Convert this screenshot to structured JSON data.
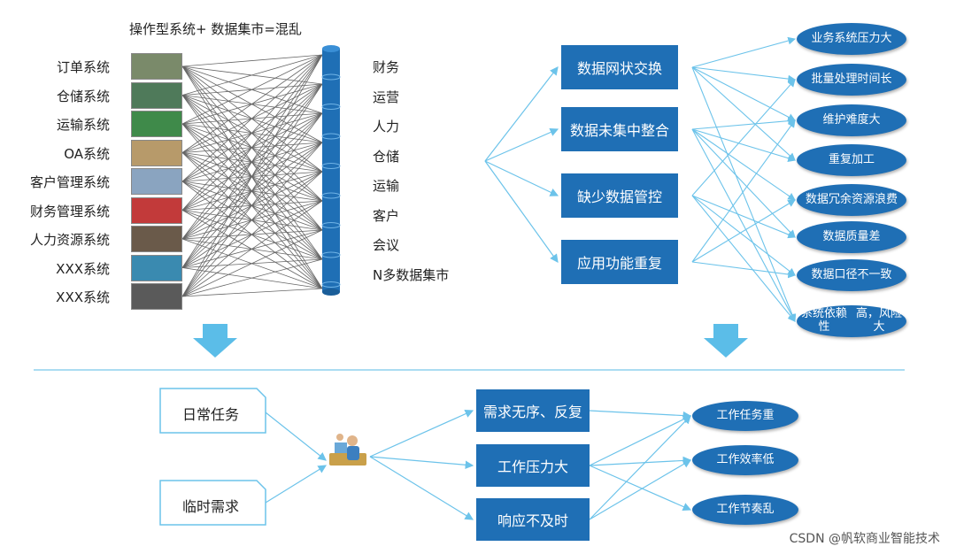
{
  "top_left": {
    "title": "操作型系统+ 数据集市=混乱",
    "systems": [
      "订单系统",
      "仓储系统",
      "运输系统",
      "OA系统",
      "客户管理系统",
      "财务管理系统",
      "人力资源系统",
      "XXX系统",
      "XXX系统"
    ],
    "marts": [
      "财务",
      "运营",
      "人力",
      "仓储",
      "运输",
      "客户",
      "会议",
      "N多数据集市"
    ]
  },
  "top_right": {
    "problems": [
      "数据网状交换",
      "数据未集中整合",
      "缺少数据管控",
      "应用功能重复"
    ],
    "effects": [
      [
        "业务系统压",
        "力大"
      ],
      [
        "批量处理时",
        "间长"
      ],
      [
        "维护难度大"
      ],
      [
        "重复加工"
      ],
      [
        "数据冗余",
        "资源浪费"
      ],
      [
        "数据质量差"
      ],
      [
        "数据口径不",
        "一致"
      ],
      [
        "系统依赖性",
        "高，风险大"
      ]
    ]
  },
  "bottom": {
    "inputs": [
      "日常任务",
      "临时需求"
    ],
    "issues": [
      "需求无序、反复",
      "工作压力大",
      "响应不及时"
    ],
    "results": [
      "工作任务重",
      "工作效率低",
      "工作节奏乱"
    ]
  },
  "watermark": "CSDN @帆软商业智能技术",
  "colors": {
    "box": "#1f6fb5",
    "arrow": "#6cc3ea",
    "line": "#666666",
    "divider": "#8fd0ee"
  }
}
